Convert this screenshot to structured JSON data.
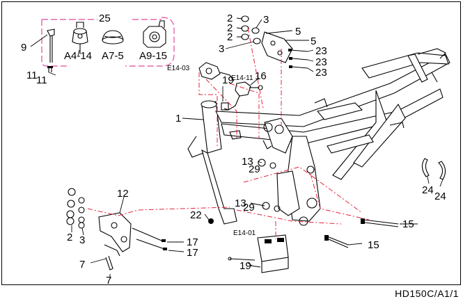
{
  "doc": {
    "code": "HD150C/A1/1"
  },
  "labels": {
    "n1": "1",
    "n2a": "2",
    "n2b": "2",
    "n2c": "2",
    "n2d": "2",
    "n3a": "3",
    "n3b": "3",
    "n3c": "3",
    "n5a": "5",
    "n5b": "5",
    "n7a": "7",
    "n7b": "7",
    "n9": "9",
    "n11a": "11",
    "n11b": "11",
    "n12": "12",
    "n13a": "13",
    "n13b": "13",
    "n15a": "15",
    "n15b": "15",
    "n16": "16",
    "n17a": "17",
    "n17b": "17",
    "n19a": "19",
    "n19b": "19",
    "n22": "22",
    "n23a": "23",
    "n23b": "23",
    "n23c": "23",
    "n24a": "24",
    "n24b": "24",
    "n25": "25",
    "n29a": "29",
    "n29b": "29",
    "a4": "A4-14",
    "a7": "A7-5",
    "a9": "A9-15",
    "e1403": "E14-03",
    "e1411": "E14-11",
    "e1401": "E14-01"
  }
}
